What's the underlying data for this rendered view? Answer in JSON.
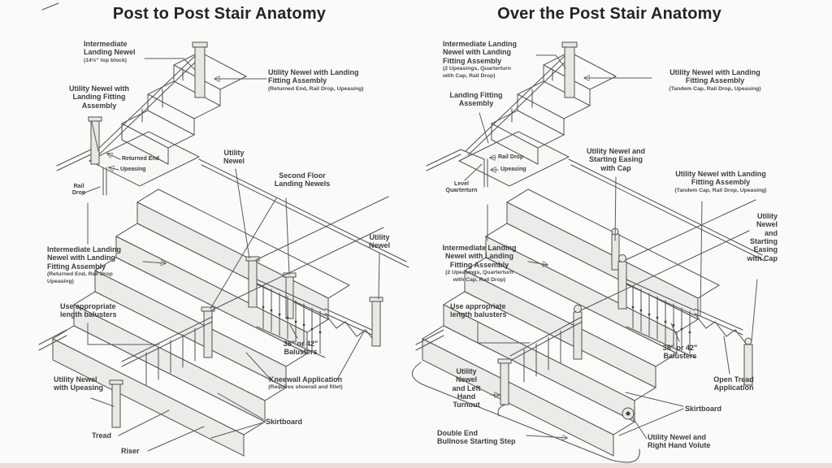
{
  "colors": {
    "line": "#505050",
    "text": "#3d3d3d",
    "background": "#fbfaf8"
  },
  "left": {
    "title": "Post to Post Stair Anatomy",
    "labels": {
      "intermediate_landing_newel": {
        "text": "Intermediate\nLanding Newel",
        "sub": "(14½\" top block)"
      },
      "utility_newel_landing_fitting": {
        "text": "Utility Newel with\nLanding Fitting\nAssembly"
      },
      "utility_newel_landing_fitting_returned": {
        "text": "Utility Newel with Landing\nFitting Assembly",
        "sub": "(Returned End, Rail Drop, Upeasing)"
      },
      "returned_end": {
        "text": "Returned End"
      },
      "upeasing": {
        "text": "Upeasing"
      },
      "rail_drop": {
        "text": "Rail\nDrop"
      },
      "utility_newel_top": {
        "text": "Utility\nNewel"
      },
      "second_floor_landing_newels": {
        "text": "Second Floor\nLanding Newels"
      },
      "utility_newel_right": {
        "text": "Utility\nNewel"
      },
      "intermediate_landing_newel_assembly": {
        "text": "Intermediate Landing\nNewel with Landing\nFitting Assembly",
        "sub": "(Returned End, Rail Drop\nUpeasing)"
      },
      "use_appropriate_balusters": {
        "text": "Use appropriate\nlength balusters"
      },
      "balusters_size": {
        "text": "38\" or 42\"\nBalusters"
      },
      "kneewall_application": {
        "text": "Kneewall Application",
        "sub": "(Requires shoerail and fillet)"
      },
      "utility_newel_upeasing": {
        "text": "Utility Newel\nwith Upeasing"
      },
      "skirtboard": {
        "text": "Skirtboard"
      },
      "tread": {
        "text": "Tread"
      },
      "riser": {
        "text": "Riser"
      }
    }
  },
  "right": {
    "title": "Over the Post Stair Anatomy",
    "labels": {
      "intermediate_landing_newel_assembly_top": {
        "text": "Intermediate Landing\nNewel with Landing\nFitting Assembly",
        "sub": "(2 Upeasings, Quarterturn\nwith Cap, Rail Drop)"
      },
      "landing_fitting_assembly": {
        "text": "Landing Fitting\nAssembly"
      },
      "utility_newel_landing_fitting_top": {
        "text": "Utility Newel with Landing\nFitting Assembly",
        "sub": "(Tandem Cap, Rail Drop, Upeasing)"
      },
      "rail_drop": {
        "text": "Rail Drop"
      },
      "upeasing": {
        "text": "Upeasing"
      },
      "level_quarterturn": {
        "text": "Level\nQuarterturn"
      },
      "utility_newel_starting_easing": {
        "text": "Utility Newel and\nStarting Easing\nwith Cap"
      },
      "utility_newel_landing_fitting_mid": {
        "text": "Utility Newel with Landing\nFitting Assembly",
        "sub": "(Tandem Cap, Rail Drop, Upeasing)"
      },
      "utility_newel_starting_easing_right": {
        "text": "Utility\nNewel\nand\nStarting\nEasing\nwith Cap"
      },
      "intermediate_landing_newel_assembly_mid": {
        "text": "Intermediate Landing\nNewel with Landing\nFitting Assembly",
        "sub": "(2 Upeasings, Quarterturn\nwith Cap, Rail Drop)"
      },
      "use_appropriate_balusters": {
        "text": "Use appropriate\nlength balusters"
      },
      "balusters_size": {
        "text": "38\" or 42\"\nBalusters"
      },
      "open_tread_application": {
        "text": "Open Tread\nApplication"
      },
      "skirtboard": {
        "text": "Skirtboard"
      },
      "utility_newel_left_hand_turnout": {
        "text": "Utility\nNewel\nand Left\nHand\nTurnout"
      },
      "double_end_bullnose": {
        "text": "Double End\nBullnose Starting Step"
      },
      "utility_newel_right_hand_volute": {
        "text": "Utility Newel and\nRight Hand Volute"
      }
    }
  }
}
